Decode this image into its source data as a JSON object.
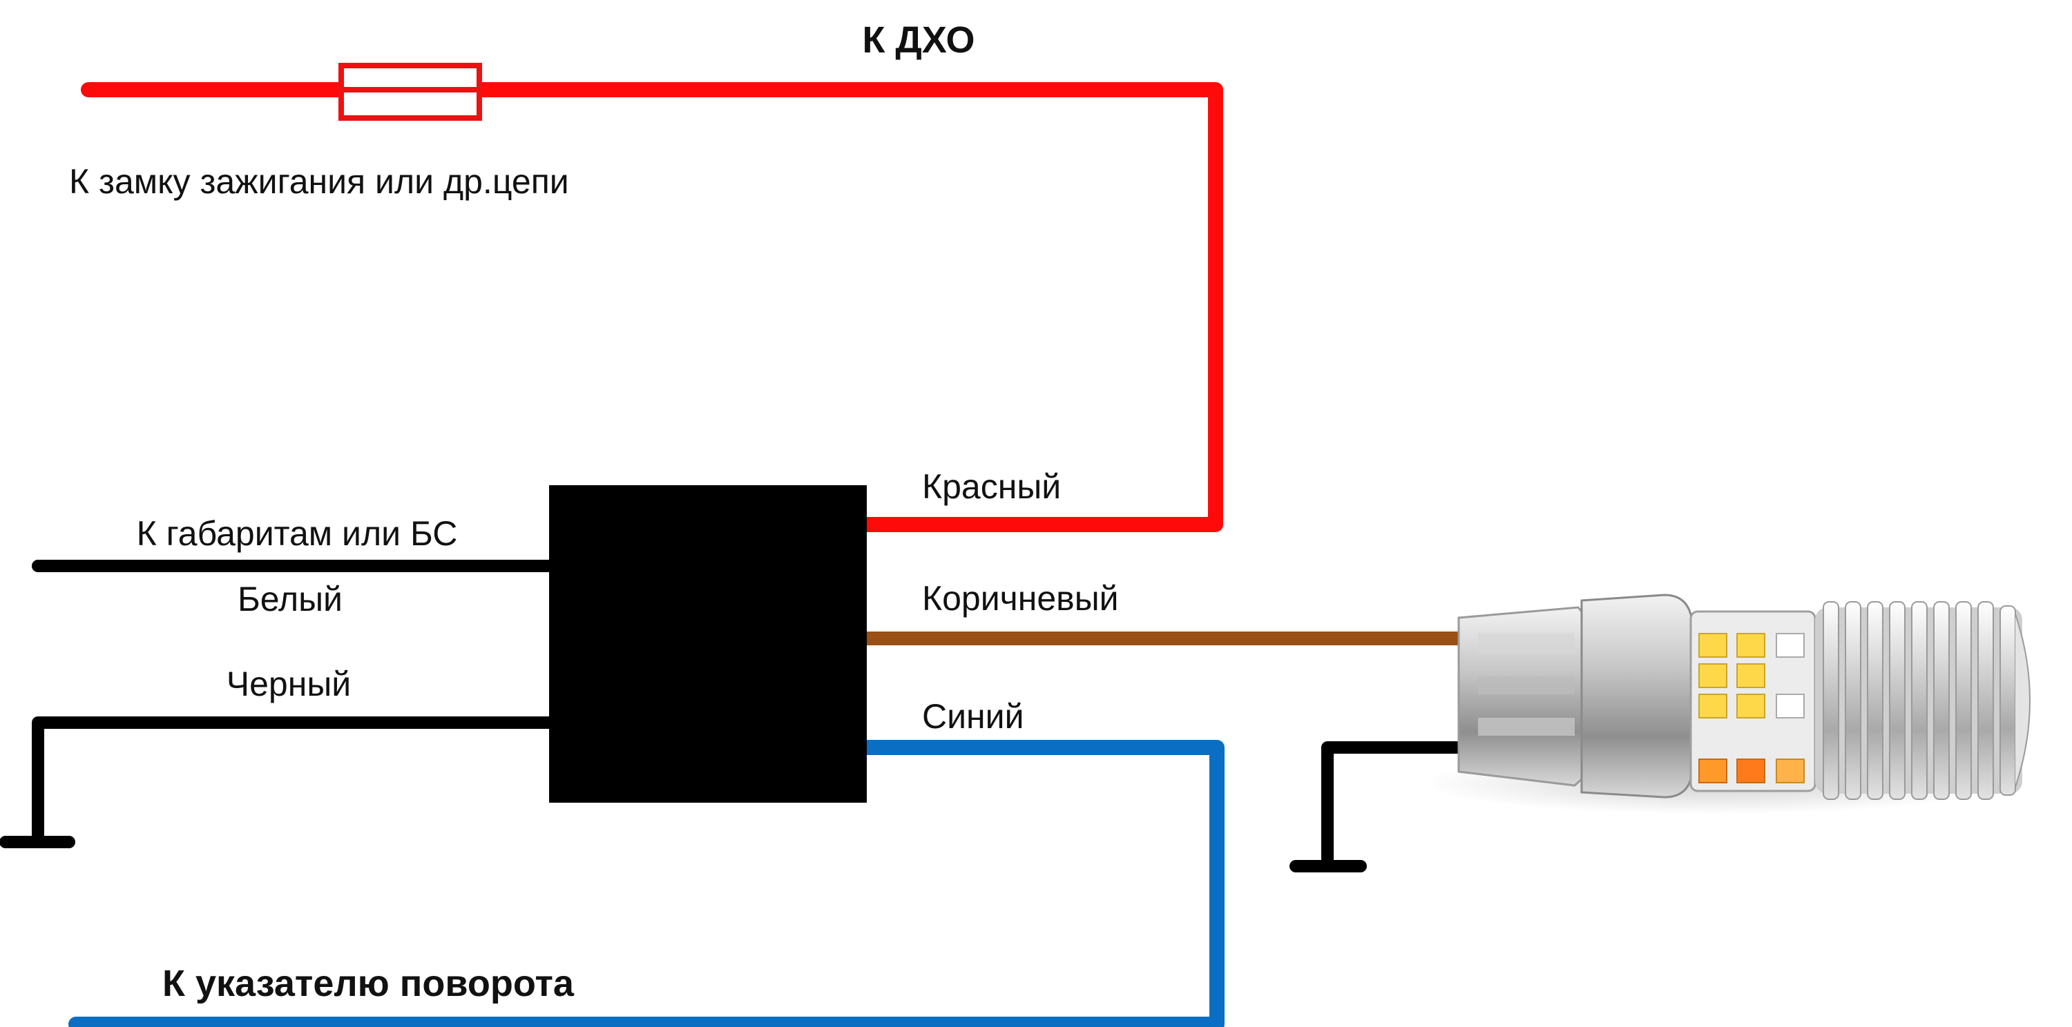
{
  "labels": {
    "drl": "К ДХО",
    "ignition": "К замку зажигания или др.цепи",
    "parking": "К габаритам или БС",
    "white": "Белый",
    "black": "Черный",
    "red": "Красный",
    "brown": "Коричневый",
    "blue": "Синий",
    "turn_signal": "К указателю поворота"
  },
  "colors": {
    "red_wire": "#ff0a0a",
    "brown_wire": "#9a4f14",
    "blue_wire": "#0a6fc2",
    "black_wire": "#000000",
    "module": "#000000",
    "fuse": "#ee1111"
  },
  "icons": {
    "fuse": "fuse-icon",
    "ground": "ground-icon",
    "bulb": "led-bulb-icon"
  }
}
